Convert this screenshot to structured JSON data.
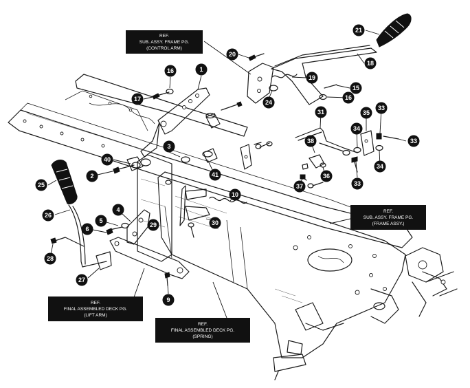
{
  "diagram": {
    "callouts": [
      {
        "id": "c1",
        "label": "1"
      },
      {
        "id": "c2",
        "label": "2"
      },
      {
        "id": "c3",
        "label": "3"
      },
      {
        "id": "c4",
        "label": "4"
      },
      {
        "id": "c5",
        "label": "5"
      },
      {
        "id": "c6",
        "label": "6"
      },
      {
        "id": "c9",
        "label": "9"
      },
      {
        "id": "c10",
        "label": "10"
      },
      {
        "id": "c15",
        "label": "15"
      },
      {
        "id": "c16a",
        "label": "16"
      },
      {
        "id": "c16b",
        "label": "16"
      },
      {
        "id": "c17",
        "label": "17"
      },
      {
        "id": "c18",
        "label": "18"
      },
      {
        "id": "c19",
        "label": "19"
      },
      {
        "id": "c20",
        "label": "20"
      },
      {
        "id": "c21",
        "label": "21"
      },
      {
        "id": "c24",
        "label": "24"
      },
      {
        "id": "c25",
        "label": "25"
      },
      {
        "id": "c26",
        "label": "26"
      },
      {
        "id": "c27",
        "label": "27"
      },
      {
        "id": "c28",
        "label": "28"
      },
      {
        "id": "c29",
        "label": "29"
      },
      {
        "id": "c30",
        "label": "30"
      },
      {
        "id": "c31",
        "label": "31"
      },
      {
        "id": "c33a",
        "label": "33"
      },
      {
        "id": "c33b",
        "label": "33"
      },
      {
        "id": "c33c",
        "label": "33"
      },
      {
        "id": "c34a",
        "label": "34"
      },
      {
        "id": "c34b",
        "label": "34"
      },
      {
        "id": "c35",
        "label": "35"
      },
      {
        "id": "c36",
        "label": "36"
      },
      {
        "id": "c37",
        "label": "37"
      },
      {
        "id": "c38",
        "label": "38"
      },
      {
        "id": "c40",
        "label": "40"
      },
      {
        "id": "c41",
        "label": "41"
      }
    ],
    "references": [
      {
        "id": "control-arm",
        "lines": [
          "REF.",
          "SUB. ASSY. FRAME PG.",
          "(CONTROL ARM)"
        ]
      },
      {
        "id": "frame-assy",
        "lines": [
          "REF.",
          "SUB. ASSY. FRAME PG.",
          "(FRAME ASSY.)"
        ]
      },
      {
        "id": "lift-arm",
        "lines": [
          "REF.",
          "FINAL ASSEMBLED DECK PG.",
          "(LIFT ARM)"
        ]
      },
      {
        "id": "spring",
        "lines": [
          "REF.",
          "FINAL ASSEMBLED DECK PG.",
          "(SPRING)"
        ]
      }
    ],
    "colors": {
      "ink": "#111111",
      "paper": "#ffffff"
    }
  }
}
